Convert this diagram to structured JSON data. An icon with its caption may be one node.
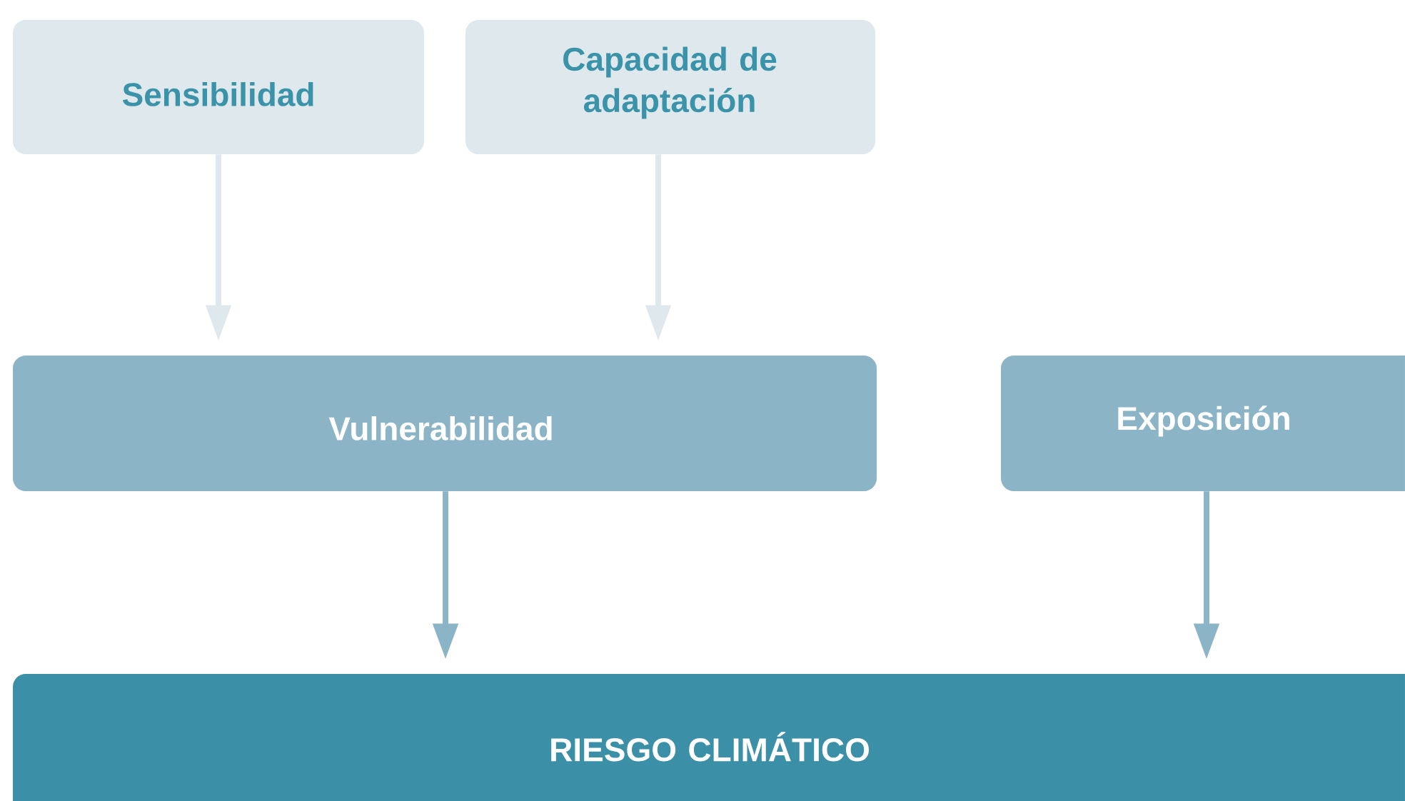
{
  "diagram": {
    "nodes": [
      {
        "text": [
          "Sensibilidad"
        ]
      },
      {
        "text": [
          "Capacidad de adaptación"
        ]
      },
      {
        "text": [
          "Vulnerabilidad"
        ]
      },
      {
        "text": [
          "Exposición"
        ]
      },
      {
        "text": [
          "RIESGO CLIMÁTICO"
        ]
      }
    ],
    "edges": [
      {
        "from": 0,
        "to": 2,
        "arrow": "to",
        "color": "#dfe8ed"
      },
      {
        "from": 1,
        "to": 2,
        "arrow": "to",
        "color": "#dfe8ed"
      },
      {
        "from": 2,
        "to": 4,
        "arrow": "to",
        "color": "#8bb5c6"
      },
      {
        "from": 3,
        "to": 4,
        "arrow": "to",
        "color": "#8bb5c6"
      }
    ]
  }
}
